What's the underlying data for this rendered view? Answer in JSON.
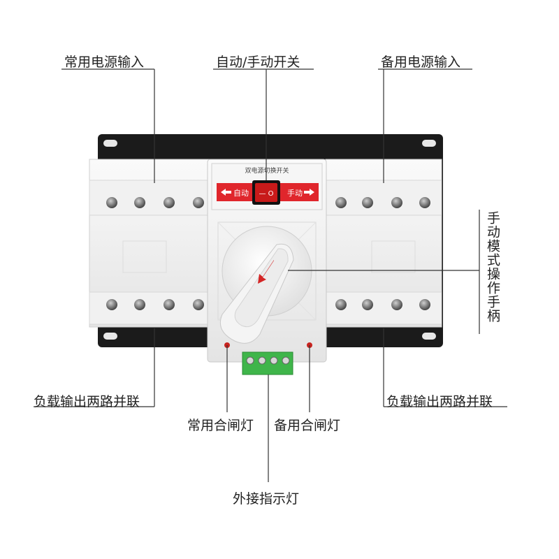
{
  "callouts": {
    "main_input": "常用电源输入",
    "auto_manual_switch": "自动/手动开关",
    "backup_input": "备用电源输入",
    "manual_handle": "手动模式操作手柄",
    "load_output_left": "负载输出两路并联",
    "load_output_right": "负载输出两路并联",
    "main_close_lamp": "常用合闸灯",
    "backup_close_lamp": "备用合闸灯",
    "external_indicator": "外接指示灯"
  },
  "device": {
    "panel_title": "双电源切换开关",
    "auto_label": "自动",
    "manual_label": "手动",
    "switch_glyphs": "— O"
  },
  "colors": {
    "body": "#f3f3f3",
    "rail": "#1b1b1b",
    "accent_red": "#e0262c",
    "terminal_green": "#3fb54a",
    "lamp_red": "#c8231f"
  }
}
